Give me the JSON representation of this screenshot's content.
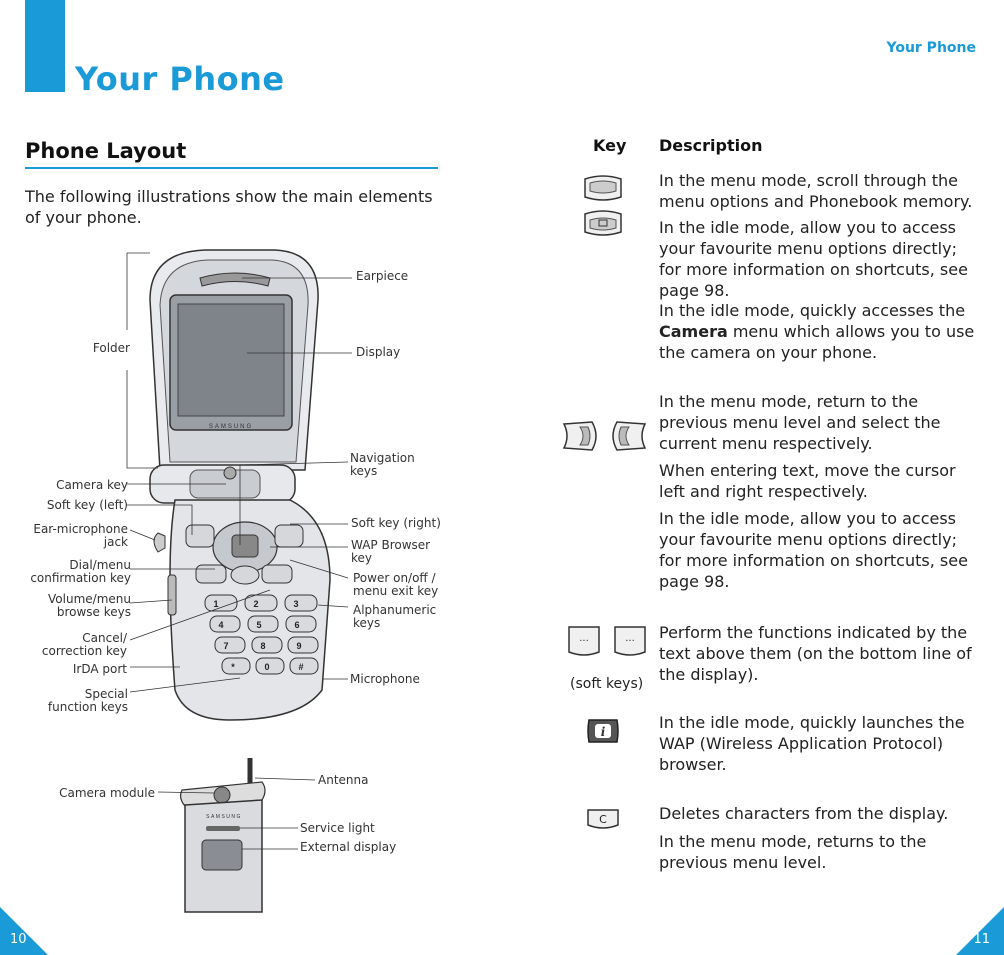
{
  "left_page": {
    "chapter_title": "Your Phone",
    "section_title": "Phone Layout",
    "intro": "The following illustrations show the main elements of your phone.",
    "page_number": "10"
  },
  "right_page": {
    "running_head": "Your Phone",
    "page_number": "11"
  },
  "callouts": {
    "earpiece": "Earpiece",
    "display": "Display",
    "folder": "Folder",
    "navigation_keys": "Navigation\nkeys",
    "camera_key": "Camera key",
    "soft_key_left": "Soft key (left)",
    "soft_key_right": "Soft key (right)",
    "ear_microphone_jack": "Ear-microphone\njack",
    "wap_browser_key": "WAP Browser\nkey",
    "dial_menu_confirmation_key": "Dial/menu\nconfirmation key",
    "power_menu_exit_key": "Power on/off /\nmenu exit key",
    "volume_menu_browse_keys": "Volume/menu\nbrowse keys",
    "alphanumeric_keys": "Alphanumeric\nkeys",
    "cancel_correction_key": "Cancel/\ncorrection key",
    "irda_port": "IrDA port",
    "microphone": "Microphone",
    "special_function_keys": "Special\nfunction keys",
    "antenna": "Antenna",
    "camera_module": "Camera module",
    "service_light": "Service light",
    "external_display": "External display"
  },
  "phone_brand": "SAMSUNG",
  "keypad_labels": [
    "1",
    "2",
    "3",
    "4",
    "5",
    "6",
    "7",
    "8",
    "9",
    "*",
    "0",
    "#"
  ],
  "table": {
    "key_header": "Key",
    "description_header": "Description",
    "rows": {
      "nav_up_down": {
        "d1": "In the menu mode, scroll through the menu options and Phonebook memory.",
        "d2": "In the idle mode, allow you to access your favourite menu options directly; for more information on shortcuts, see page 98.",
        "d3a": "In the idle mode, quickly accesses the ",
        "d3b": "Camera",
        "d3c": " menu which allows you to use the camera on your phone."
      },
      "nav_left_right": {
        "d1": "In the menu mode, return to the previous menu level and select the current menu respectively.",
        "d2": "When entering text, move the cursor left and right respectively.",
        "d3": "In the idle mode, allow you to access your favourite menu options directly; for more information on shortcuts, see page 98."
      },
      "soft_keys": {
        "key_label": "(soft keys)",
        "d1": "Perform the functions indicated by the text above them (on the bottom line of the display)."
      },
      "wap_key": {
        "d1": "In the idle mode, quickly launches the WAP (Wireless Application Protocol) browser."
      },
      "c_key": {
        "key_char": "C",
        "d1": "Deletes characters from the display.",
        "d2": "In the menu mode, returns to the previous menu level."
      }
    }
  },
  "colors": {
    "accent": "#1a9ad6"
  }
}
